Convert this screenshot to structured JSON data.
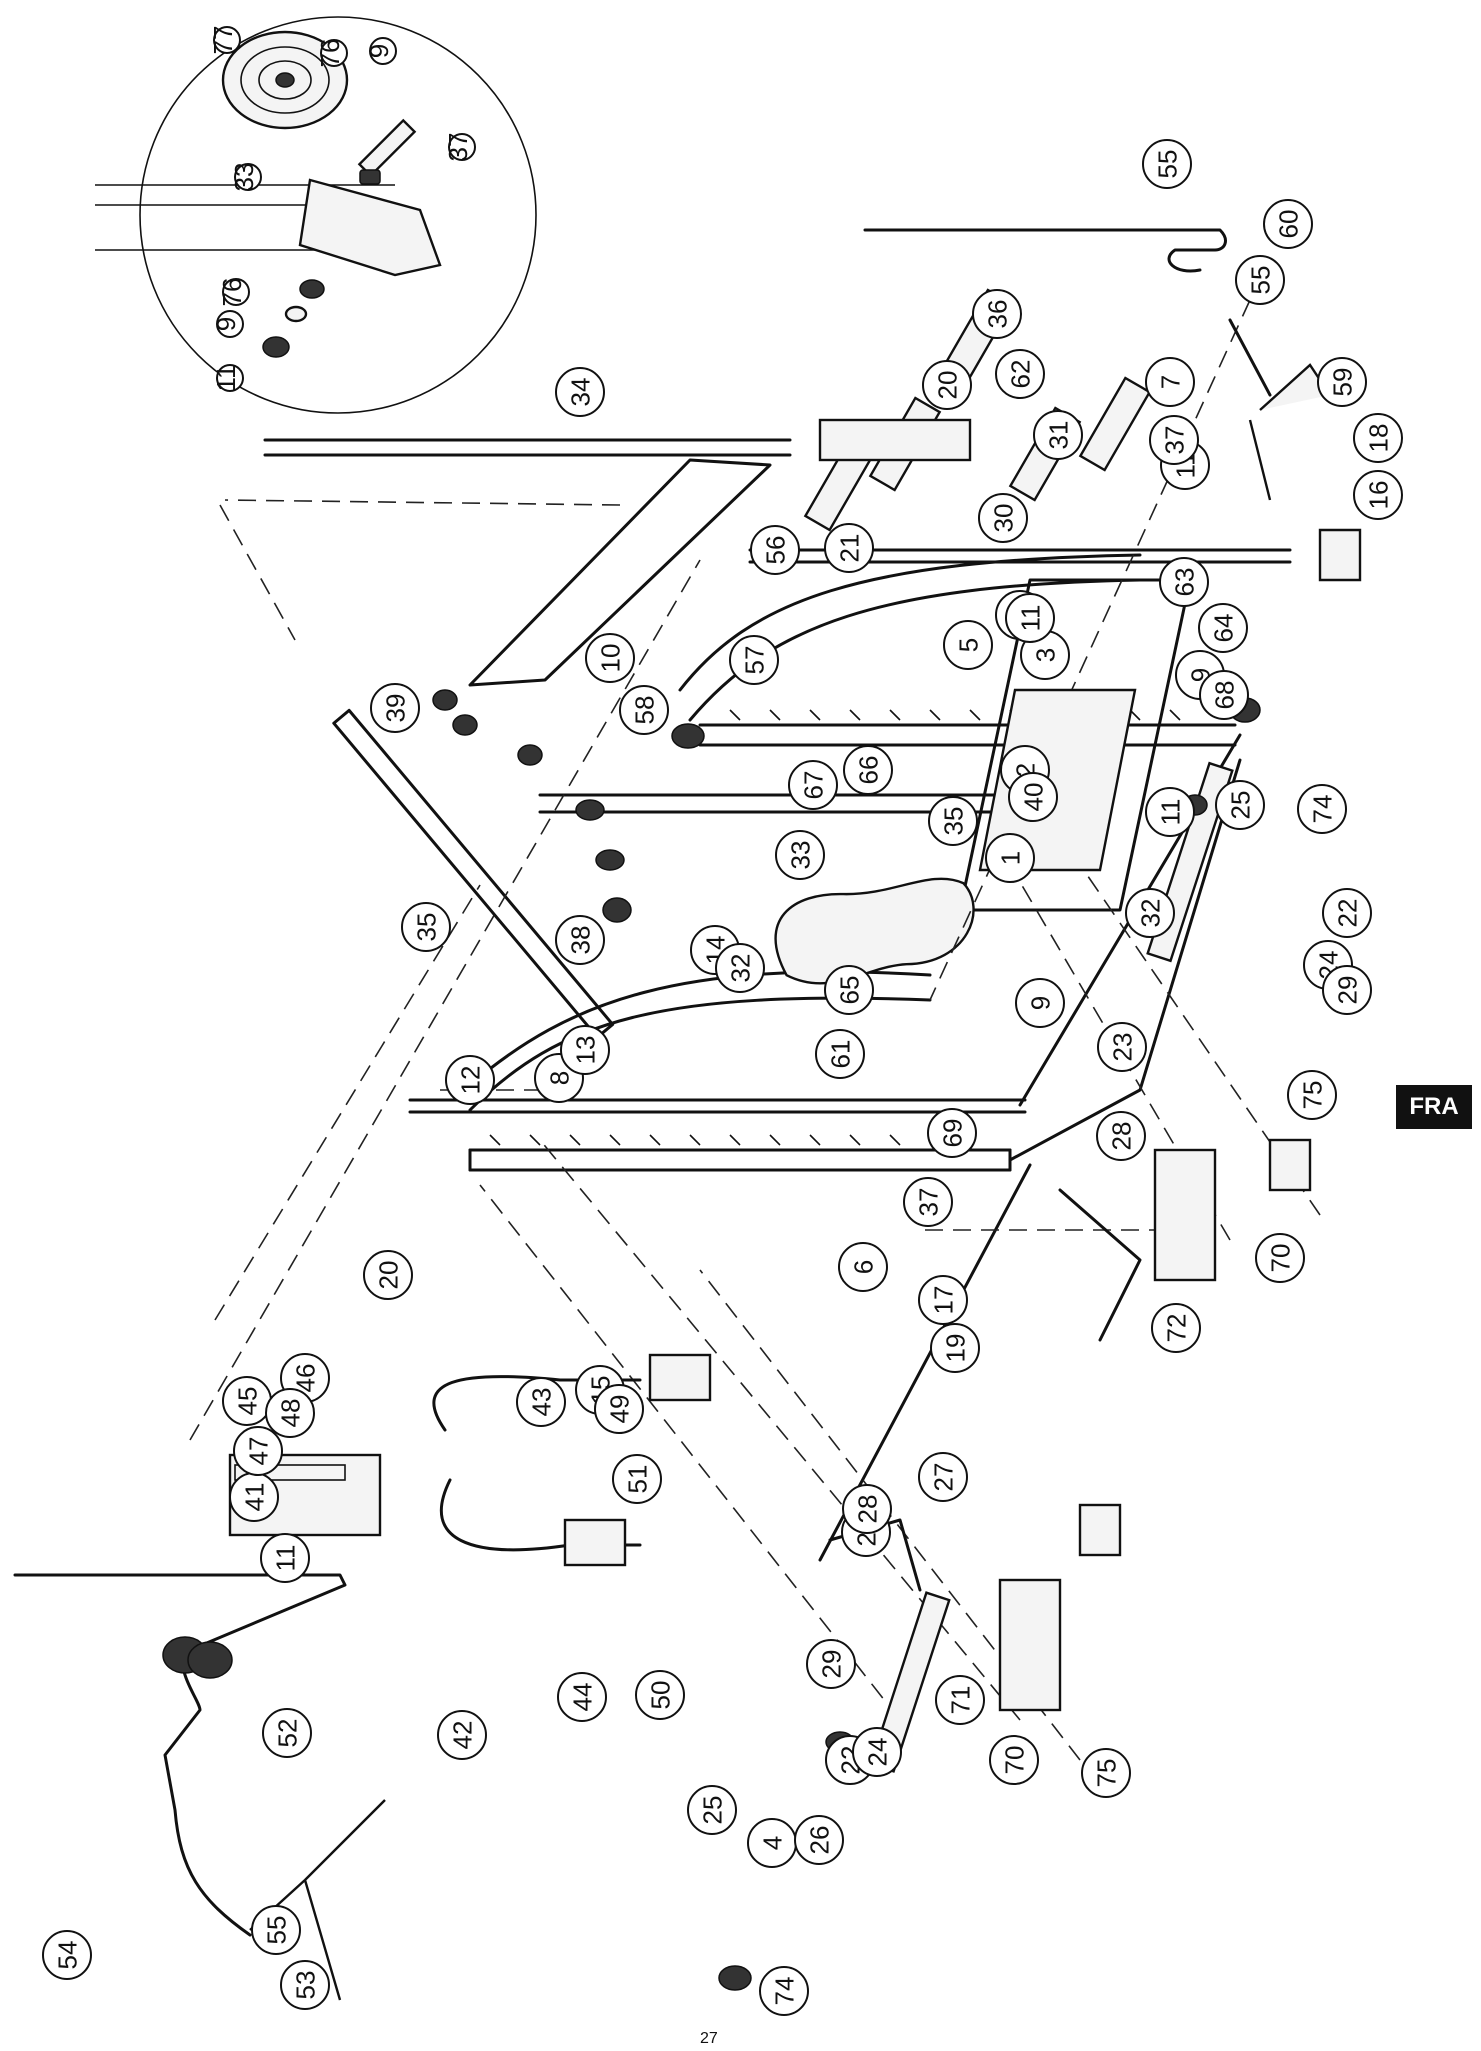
{
  "language_badge": "FRA",
  "page_number": "27",
  "callouts": [
    "1",
    "2",
    "3",
    "4",
    "5",
    "6",
    "7",
    "8",
    "9",
    "10",
    "11",
    "12",
    "13",
    "14",
    "15",
    "16",
    "17",
    "18",
    "19",
    "20",
    "21",
    "22",
    "23",
    "24",
    "25",
    "26",
    "27",
    "28",
    "29",
    "30",
    "31",
    "32",
    "33",
    "34",
    "35",
    "36",
    "37",
    "38",
    "39",
    "40",
    "41",
    "42",
    "43",
    "44",
    "45",
    "46",
    "47",
    "48",
    "49",
    "50",
    "51",
    "52",
    "53",
    "54",
    "55",
    "56",
    "57",
    "58",
    "59",
    "60",
    "61",
    "62",
    "63",
    "64",
    "65",
    "66",
    "67",
    "68",
    "69",
    "70",
    "71",
    "72",
    "74",
    "75",
    "76",
    "77"
  ],
  "detail_callouts": [
    "77",
    "76",
    "9",
    "37",
    "33",
    "76",
    "9",
    "11"
  ]
}
